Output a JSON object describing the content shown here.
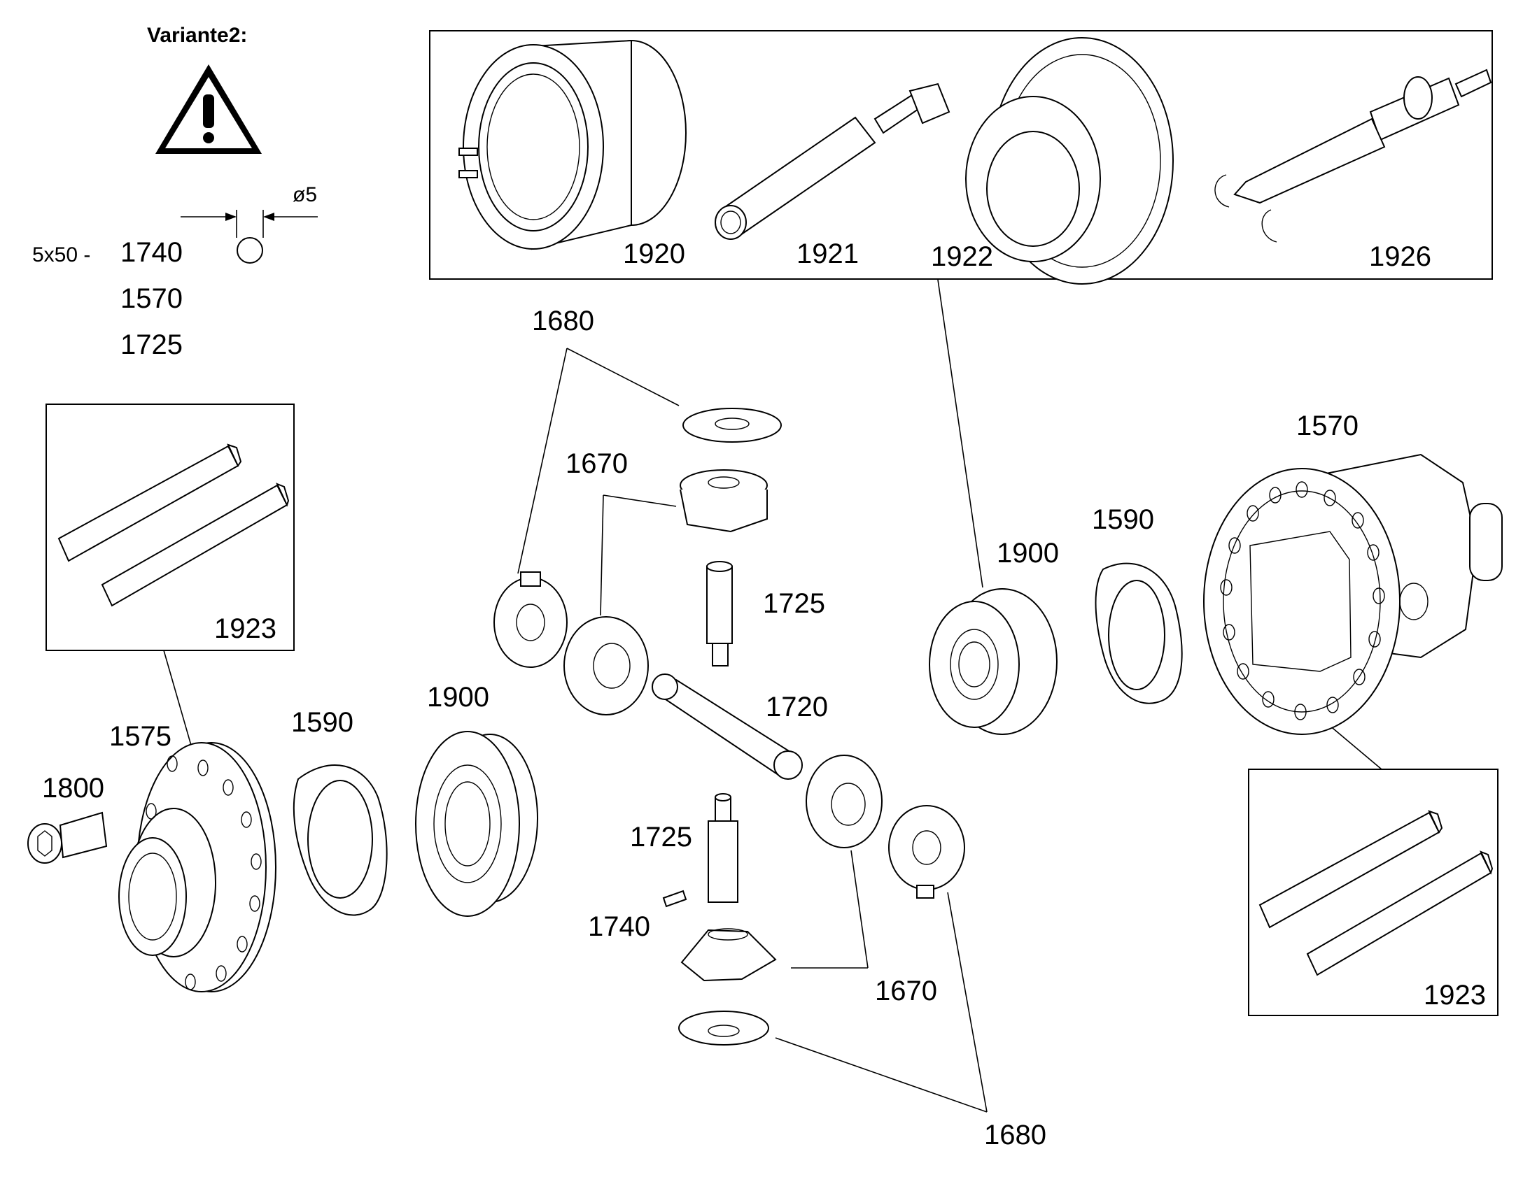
{
  "header": {
    "variant_title": "Variante2:",
    "diameter_label": "ø5",
    "pin_spec": "5x50 -",
    "variant_parts": [
      "1740",
      "1570",
      "1725"
    ]
  },
  "labels": {
    "p1920": "1920",
    "p1921": "1921",
    "p1922": "1922",
    "p1926": "1926",
    "p1923_left": "1923",
    "p1923_right": "1923",
    "p1680_top": "1680",
    "p1680_bottom": "1680",
    "p1670_top": "1670",
    "p1670_bottom": "1670",
    "p1725_upper": "1725",
    "p1725_lower": "1725",
    "p1720": "1720",
    "p1740": "1740",
    "p1900_left": "1900",
    "p1900_right": "1900",
    "p1590_left": "1590",
    "p1590_right": "1590",
    "p1575": "1575",
    "p1800": "1800",
    "p1570": "1570"
  },
  "icons": [
    "warning-icon"
  ]
}
